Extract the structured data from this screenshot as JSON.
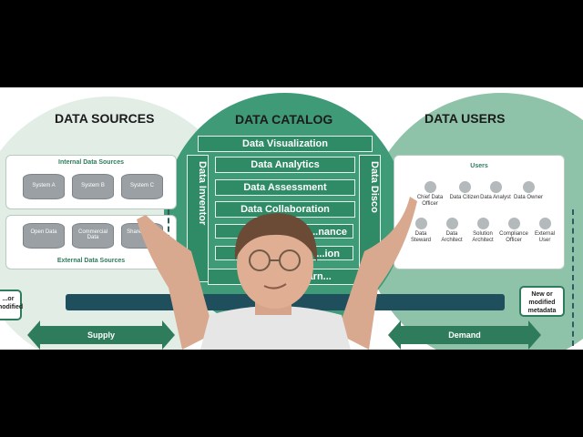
{
  "headings": {
    "sources": "DATA SOURCES",
    "catalog": "DATA CATALOG",
    "users": "DATA USERS"
  },
  "sources": {
    "internal_title": "Internal Data Sources",
    "external_title": "External Data Sources",
    "internal": [
      "System A",
      "System B",
      "System C"
    ],
    "external": [
      "Open Data",
      "Commercial Data",
      "Shared Data"
    ]
  },
  "catalog": {
    "visualization": "Data Visualization",
    "analytics": "Data Analytics",
    "assessment": "Data Assessment",
    "collaboration": "Data Collaboration",
    "governance_partial": "...nance",
    "partial2": "...ion",
    "auto_partial": "Auto... ...e-learn...",
    "left_vertical": "Data Inventor",
    "right_vertical": "Data Disco"
  },
  "users": {
    "title": "Users",
    "row1": [
      "Chief Data Officer",
      "Data Citizen",
      "Data Analyst",
      "Data Owner"
    ],
    "row2": [
      "Data Steward",
      "Data Architect",
      "Solution Architect",
      "Compliance Officer",
      "External User"
    ]
  },
  "notes": {
    "left": "...or modified",
    "right": "New or modified metadata"
  },
  "arrows": {
    "supply": "Supply",
    "demand": "Demand"
  },
  "colors": {
    "primary_green": "#2f8a66",
    "dark_bar": "#1f4f5c",
    "letterbox": "#000000"
  }
}
